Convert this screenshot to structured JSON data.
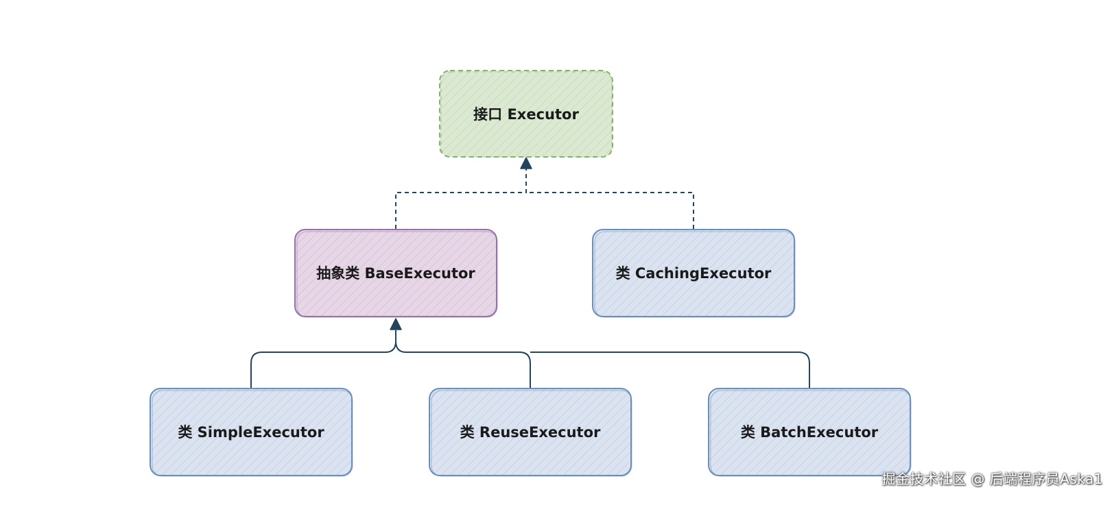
{
  "diagram": {
    "nodes": {
      "executor": {
        "label": "接口 Executor",
        "fill": "#dbe8d2",
        "stroke": "#82b366"
      },
      "base_executor": {
        "label": "抽象类 BaseExecutor",
        "fill": "#e6d6e6",
        "stroke": "#9673a6"
      },
      "caching_executor": {
        "label": "类 CachingExecutor",
        "fill": "#dae3ef",
        "stroke": "#6c8ebf"
      },
      "simple_executor": {
        "label": "类 SimpleExecutor",
        "fill": "#dae3ef",
        "stroke": "#6c8ebf"
      },
      "reuse_executor": {
        "label": "类 ReuseExecutor",
        "fill": "#dae3ef",
        "stroke": "#6c8ebf"
      },
      "batch_executor": {
        "label": "类 BatchExecutor",
        "fill": "#dae3ef",
        "stroke": "#6c8ebf"
      }
    },
    "connector_color": "#23445d"
  },
  "watermark": "掘金技术社区 @ 后端程序员Aska1"
}
